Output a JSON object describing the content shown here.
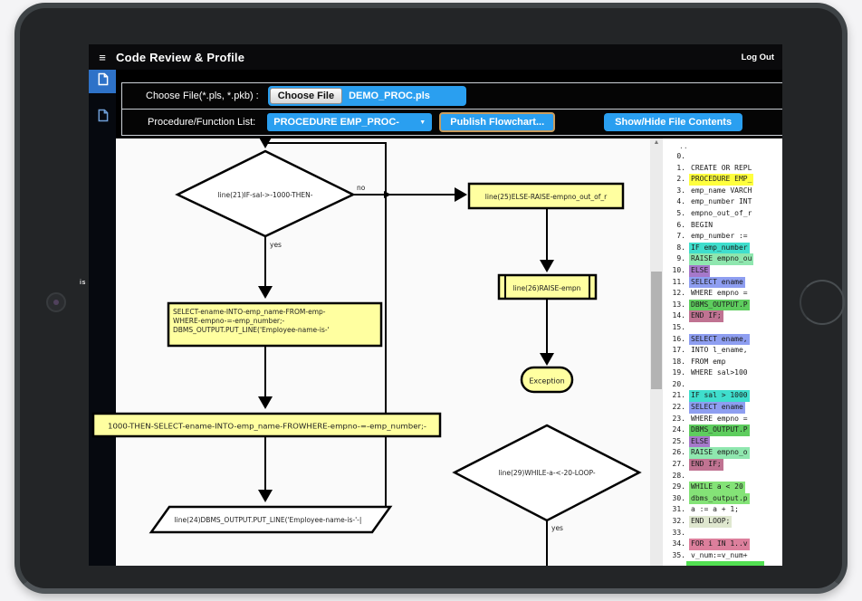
{
  "device": {
    "bezel_partial_label": "is"
  },
  "header": {
    "menu_icon": "hamburger",
    "title": "Code Review & Profile",
    "logout_label": "Log Out"
  },
  "sidebar": {
    "items": [
      {
        "icon": "document-icon",
        "active": true
      },
      {
        "icon": "document-icon",
        "active": false
      }
    ]
  },
  "toolbar": {
    "file_row": {
      "label": "Choose File(*.pls, *.pkb) :",
      "choose_button": "Choose File",
      "filename": "DEMO_PROC.pls"
    },
    "proc_row": {
      "label": "Procedure/Function List:",
      "dropdown_value": "PROCEDURE EMP_PROC-",
      "dropdown_caret": "▼",
      "publish_button": "Publish Flowchart...",
      "toggle_button": "Show/Hide File Contents"
    }
  },
  "flowchart": {
    "decision1": "line(21)IF-sal->-1000-THEN-",
    "no_label": "no",
    "yes1_label": "yes",
    "yes2_label": "yes",
    "select_block": [
      "SELECT-ename-INTO-emp_name-FROM-emp-",
      "WHERE-empno-=-emp_number;-",
      "DBMS_OUTPUT.PUT_LINE('Employee-name-is-'"
    ],
    "wide_block": "1000-THEN-SELECT-ename-INTO-emp_name-FROWHERE-empno-=-emp_number;-",
    "io_block": "line(24)DBMS_OUTPUT.PUT_LINE('Employee-name-is-'-|",
    "else_block": "line(25)ELSE-RAISE-empno_out_of_r",
    "raise_block": "line(26)RAISE-empn",
    "terminator": "Exception",
    "decision2": "line(29)WHILE-a-<-20-LOOP-",
    "node_fill": "#ffffa0",
    "io_fill": "#ffffff",
    "line_color": "#000000"
  },
  "scrollbar": {
    "up_arrow": "▲"
  },
  "code": {
    "prefix_dots": "..",
    "highlight_colors": {
      "yellow": "#ffff3e",
      "teal": "#3fdecd",
      "mint": "#8fe7af",
      "purple": "#a678ca",
      "blue": "#8e9ef1",
      "green": "#5ecd5e",
      "mauve": "#c07392",
      "green2": "#84e377",
      "sage": "#dfe7cf",
      "pink": "#dc7f9c"
    },
    "lines": [
      {
        "n": "0.",
        "t": ""
      },
      {
        "n": "1.",
        "t": "CREATE OR REPL"
      },
      {
        "n": "2.",
        "t": "PROCEDURE EMP_",
        "h": "yellow"
      },
      {
        "n": "3.",
        "t": "emp_name VARCH"
      },
      {
        "n": "4.",
        "t": "emp_number INT"
      },
      {
        "n": "5.",
        "t": "empno_out_of_r"
      },
      {
        "n": "6.",
        "t": "BEGIN"
      },
      {
        "n": "7.",
        "t": "emp_number :="
      },
      {
        "n": "8.",
        "t": "IF emp_number",
        "h": "teal"
      },
      {
        "n": "9.",
        "t": "RAISE empno_ou",
        "h": "mint"
      },
      {
        "n": "10.",
        "t": "ELSE",
        "h": "purple"
      },
      {
        "n": "11.",
        "t": "SELECT ename",
        "h": "blue"
      },
      {
        "n": "12.",
        "t": "WHERE empno ="
      },
      {
        "n": "13.",
        "t": "DBMS_OUTPUT.P",
        "h": "green"
      },
      {
        "n": "14.",
        "t": "END IF;",
        "h": "mauve"
      },
      {
        "n": "15.",
        "t": ""
      },
      {
        "n": "16.",
        "t": "SELECT ename,",
        "h": "blue"
      },
      {
        "n": "17.",
        "t": "INTO l_ename,"
      },
      {
        "n": "18.",
        "t": "FROM emp"
      },
      {
        "n": "19.",
        "t": "WHERE sal>100"
      },
      {
        "n": "20.",
        "t": ""
      },
      {
        "n": "21.",
        "t": "IF sal > 1000",
        "h": "teal"
      },
      {
        "n": "22.",
        "t": "SELECT ename",
        "h": "blue"
      },
      {
        "n": "23.",
        "t": "WHERE empno ="
      },
      {
        "n": "24.",
        "t": "DBMS_OUTPUT.P",
        "h": "green"
      },
      {
        "n": "25.",
        "t": "ELSE",
        "h": "purple"
      },
      {
        "n": "26.",
        "t": "RAISE empno_o",
        "h": "mint"
      },
      {
        "n": "27.",
        "t": "END IF;",
        "h": "mauve"
      },
      {
        "n": "28.",
        "t": ""
      },
      {
        "n": "29.",
        "t": "WHILE a < 20",
        "h": "green2"
      },
      {
        "n": "30.",
        "t": "dbms_output.p",
        "h": "green2"
      },
      {
        "n": "31.",
        "t": "a := a + 1;"
      },
      {
        "n": "32.",
        "t": "END LOOP;",
        "h": "sage"
      },
      {
        "n": "33.",
        "t": ""
      },
      {
        "n": "34.",
        "t": "FOR i IN 1..v",
        "h": "pink"
      },
      {
        "n": "35.",
        "t": "v_num:=v_num+"
      }
    ]
  }
}
